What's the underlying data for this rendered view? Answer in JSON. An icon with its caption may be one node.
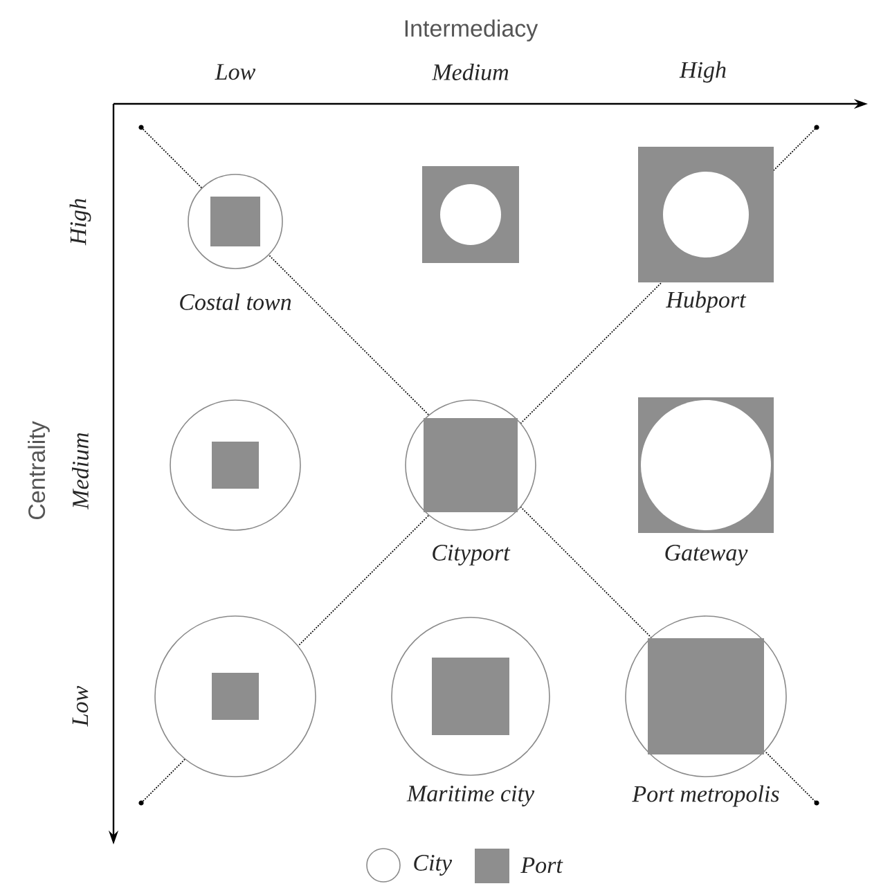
{
  "diagram": {
    "nodes": [
      {
        "text": [],
        "shape": "circle",
        "beside": [
          "Costal town"
        ]
      },
      {
        "text": [],
        "shape": "box"
      },
      {
        "text": [],
        "shape": "box",
        "beside": [
          "Hubport"
        ]
      },
      {
        "text": [],
        "shape": "circle"
      },
      {
        "text": [],
        "shape": "circle",
        "beside": [
          "Cityport"
        ]
      },
      {
        "text": [],
        "shape": "box",
        "beside": [
          "Gateway"
        ]
      },
      {
        "text": [],
        "shape": "circle"
      },
      {
        "text": [],
        "shape": "circle",
        "beside": [
          "Maritime city"
        ]
      },
      {
        "text": [],
        "shape": "circle",
        "beside": [
          "Port metropolis"
        ]
      }
    ],
    "edges": [],
    "labels": [
      "Intermediacy",
      "Low",
      "Medium",
      "High",
      "Centrality",
      "High",
      "Medium",
      "Low"
    ],
    "legend": [
      {
        "text": "City"
      },
      {
        "text": "Port",
        "color": "#8e8e8e"
      }
    ]
  }
}
